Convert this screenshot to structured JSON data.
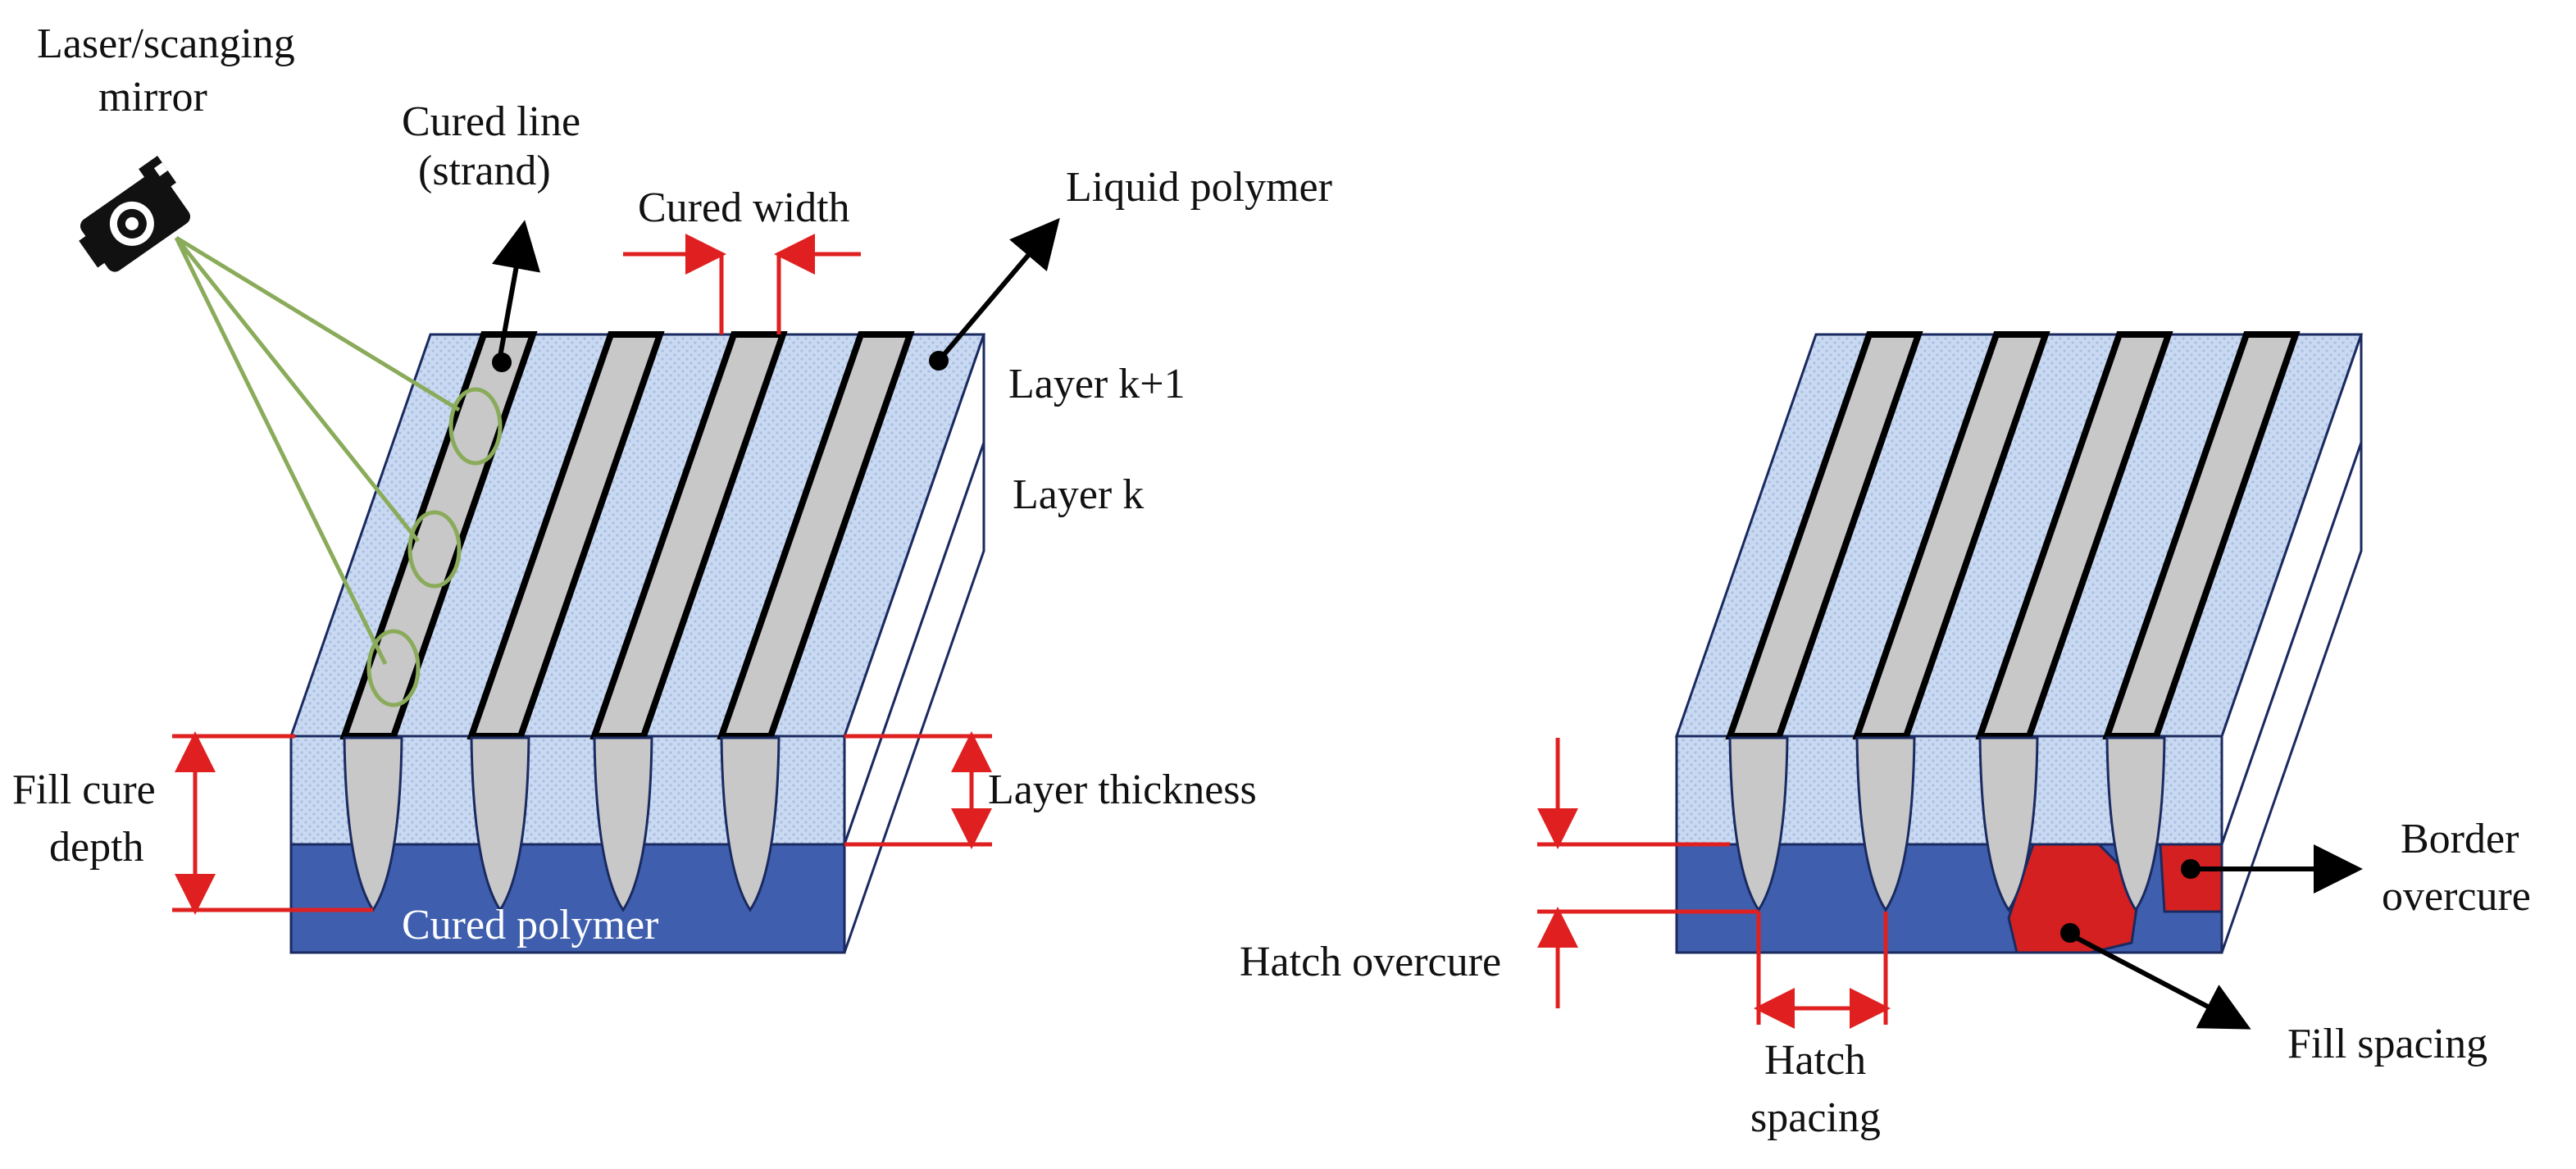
{
  "labels": {
    "laser_line1": "Laser/scanging",
    "laser_line2": "mirror",
    "cured_line_line1": "Cured line",
    "cured_line_line2": "(strand)",
    "cured_width": "Cured width",
    "liquid_polymer": "Liquid polymer",
    "layer_k1": "Layer k+1",
    "layer_k": "Layer k",
    "layer_thickness": "Layer thickness",
    "fill_cure_line1": "Fill cure",
    "fill_cure_line2": "depth",
    "cured_polymer": "Cured polymer",
    "hatch_overcure": "Hatch overcure",
    "hatch_spacing_line1": "Hatch",
    "hatch_spacing_line2": "spacing",
    "border_overcure_line1": "Border",
    "border_overcure_line2": "overcure",
    "fill_spacing": "Fill spacing"
  },
  "colors": {
    "liquid": "#c8d8f0",
    "cured_polymer": "#3f5fae",
    "strand": "#c8c8c8",
    "dimension": "#e02020",
    "overcure": "#d42020",
    "laser_beam": "#8aab5a",
    "outline": "#1a2a60"
  },
  "icons": {
    "laser": "laser-mirror-icon"
  }
}
